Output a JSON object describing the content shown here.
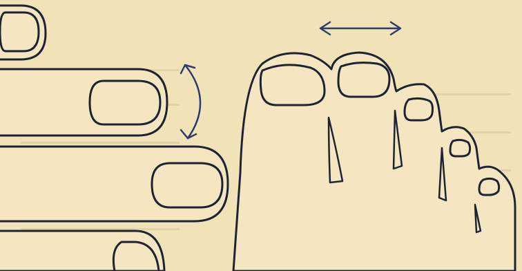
{
  "figure": {
    "left_panel": {
      "subject": "fingers",
      "motion_arrow": "curved-double-arrow"
    },
    "right_panel": {
      "subject": "toes",
      "motion_arrow": "horizontal-double-arrow"
    },
    "colors": {
      "paper": "#f1e3b8",
      "ink": "#1f2233",
      "arrow": "#2e3a6e"
    }
  }
}
